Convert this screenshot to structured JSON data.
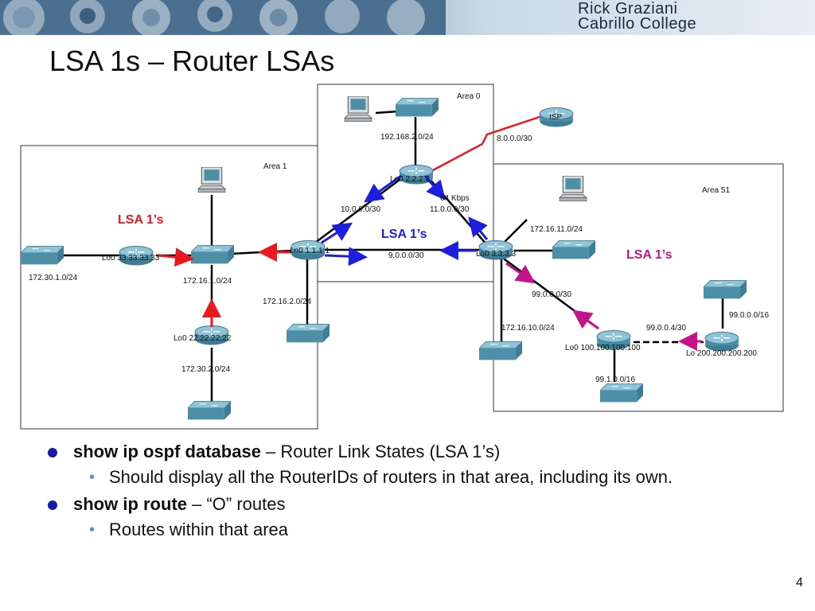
{
  "banner": {
    "name_line1": "Rick Graziani",
    "name_line2": "Cabrillo College"
  },
  "slide": {
    "title": "LSA 1s – Router LSAs",
    "page_number": "4"
  },
  "diagram": {
    "areas": {
      "area0": "Area 0",
      "area1": "Area 1",
      "area51": "Area 51"
    },
    "isp_label": "ISP",
    "lsa_labels": {
      "area1": "LSA 1’s",
      "area0": "LSA 1’s",
      "area51": "LSA 1’s"
    },
    "networks": {
      "n192": "192.168.2.0/24",
      "n8": "8.0.0.0/30",
      "n10": "10.0.0.0/30",
      "n11": "11.0.0.0/30",
      "n9": "9.0.0.0/30",
      "speed": "64 Kbps",
      "n172_30_1": "172.30.1.0/24",
      "n172_16_1": "172.16.1.0/24",
      "n172_16_2": "172.16.2.0/24",
      "n172_30_2": "172.30.2.0/24",
      "n172_16_11": "172.16.11.0/24",
      "n172_16_10": "172.16.10.0/24",
      "n99_0_0_0_30": "99.0.0.0/30",
      "n99_0_0_4": "99.0.0.4/30",
      "n99_0_0_0_16": "99.0.0.0/16",
      "n99_1_0_0": "99.1.0.0/16"
    },
    "routers": {
      "r2": "Lo0 2.2.2.2",
      "r1": "Lo0 1.1.1.1",
      "r3": "Lo0 3.3.3.3",
      "r33": "Lo0 33.33.33.33",
      "r22": "Lo0 22.22.22.22",
      "r100": "Lo0 100.100.100.100",
      "r200": "Lo 200.200.200.200"
    },
    "colors": {
      "area1_arrows": "#e8191f",
      "area0_arrows": "#1e1ee0",
      "area51_arrows": "#c4128a",
      "device_body": "#4e8fa8"
    }
  },
  "bullets": [
    {
      "bold": "show ip ospf database",
      "rest": " – Router Link States (LSA 1’s)",
      "sub": "Should display all the RouterIDs of routers in that area, including its own."
    },
    {
      "bold": "show ip route",
      "rest": " – “O” routes",
      "sub": "Routes within that area"
    }
  ]
}
